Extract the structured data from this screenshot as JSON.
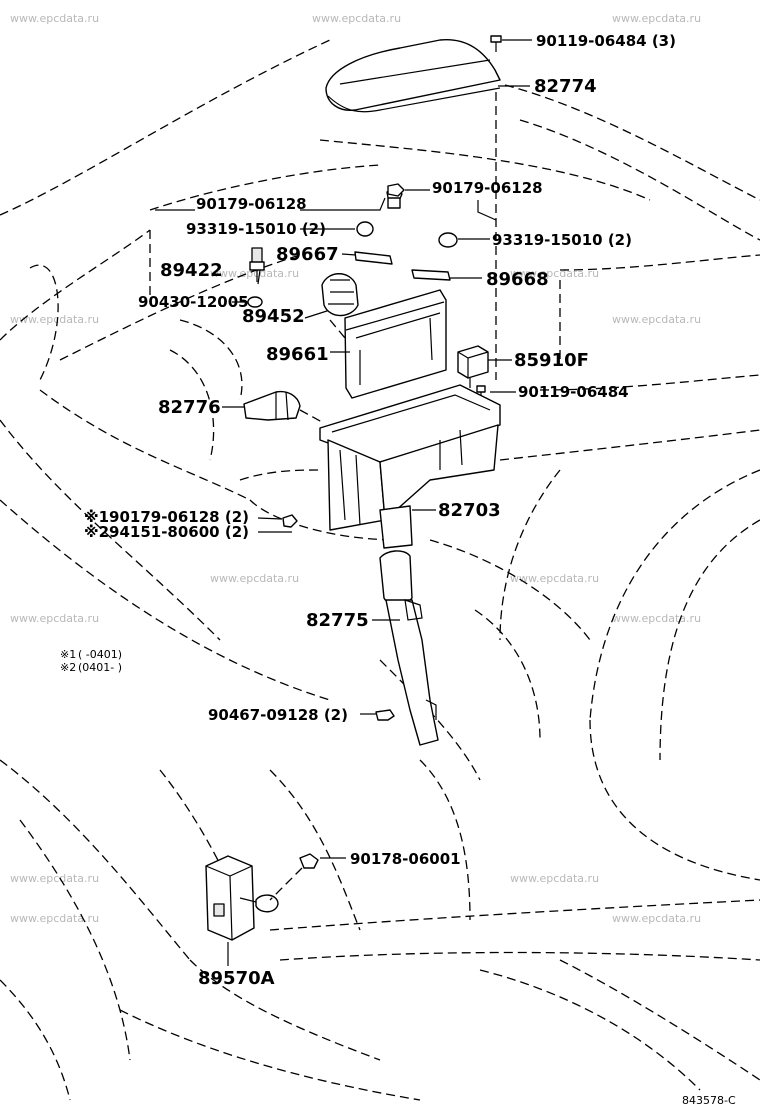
{
  "watermark": "www.epcdata.ru",
  "diagram_ref": "843578-C",
  "notes": [
    {
      "mark": "※1",
      "range": "(        -0401)"
    },
    {
      "mark": "※2",
      "range": "(0401-        )"
    }
  ],
  "callouts": [
    {
      "id": "90119-06484-3",
      "text": "90119-06484 (3)"
    },
    {
      "id": "82774",
      "text": "82774"
    },
    {
      "id": "90179-06128-a",
      "text": "90179-06128"
    },
    {
      "id": "90179-06128-b",
      "text": "90179-06128"
    },
    {
      "id": "93319-15010-a",
      "text": "93319-15010 (2)"
    },
    {
      "id": "93319-15010-b",
      "text": "93319-15010 (2)"
    },
    {
      "id": "89667",
      "text": "89667"
    },
    {
      "id": "89422",
      "text": "89422"
    },
    {
      "id": "89668",
      "text": "89668"
    },
    {
      "id": "90430-12005",
      "text": "90430-12005"
    },
    {
      "id": "89452",
      "text": "89452"
    },
    {
      "id": "89661",
      "text": "89661"
    },
    {
      "id": "85910F",
      "text": "85910F"
    },
    {
      "id": "90119-06484",
      "text": "90119-06484"
    },
    {
      "id": "82776",
      "text": "82776"
    },
    {
      "id": "82703",
      "text": "82703"
    },
    {
      "id": "90179-06128-2",
      "text": "※190179-06128 (2)"
    },
    {
      "id": "94151-80600-2",
      "text": "※294151-80600 (2)"
    },
    {
      "id": "82775",
      "text": "82775"
    },
    {
      "id": "90467-09128-2",
      "text": "90467-09128 (2)"
    },
    {
      "id": "90178-06001",
      "text": "90178-06001"
    },
    {
      "id": "89570A",
      "text": "89570A"
    }
  ]
}
